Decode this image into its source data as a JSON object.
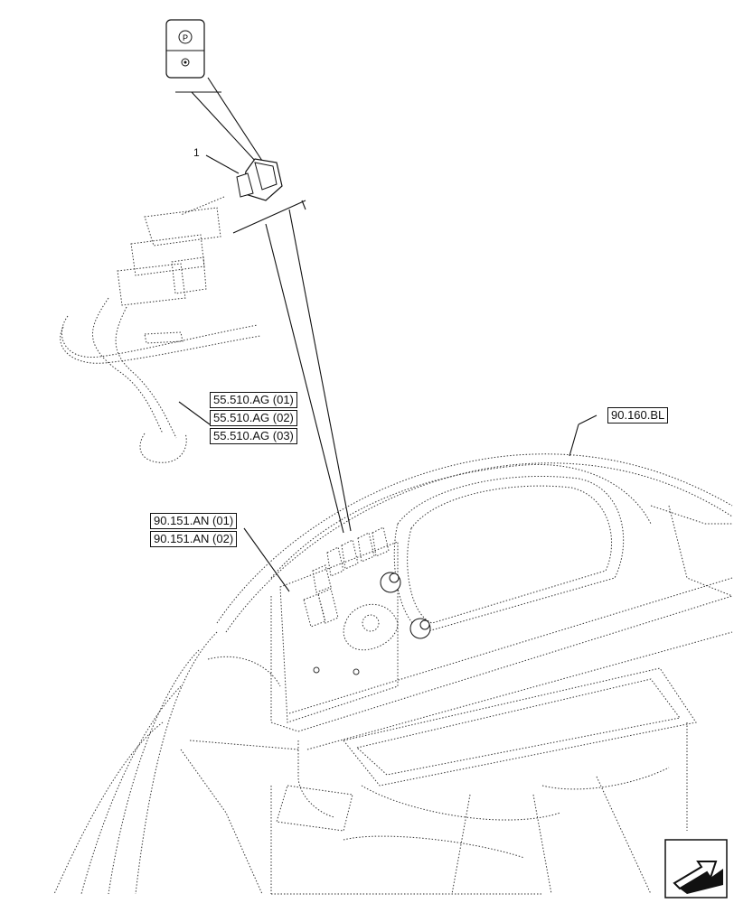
{
  "callout_number": "1",
  "references": {
    "group_ag": [
      "55.510.AG (01)",
      "55.510.AG (02)",
      "55.510.AG (03)"
    ],
    "group_an": [
      "90.151.AN (01)",
      "90.151.AN (02)"
    ],
    "bl": "90.160.BL"
  },
  "switch_symbol": "P",
  "icons": {
    "parking-brake-switch-icon": "switch-p",
    "navigation-arrow-icon": "arrow-box"
  }
}
